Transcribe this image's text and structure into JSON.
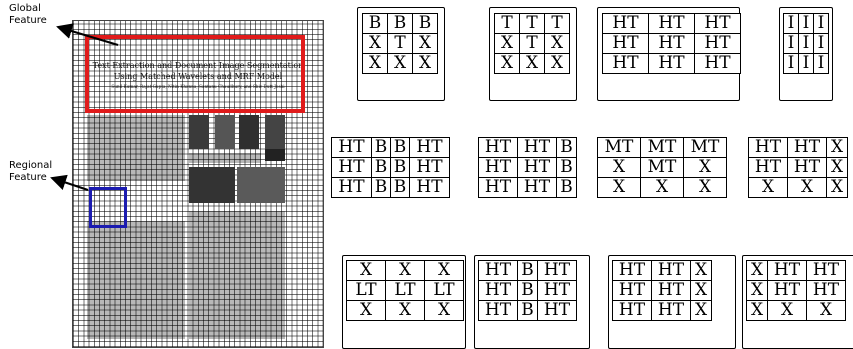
{
  "labels": {
    "global": "Global\nFeature",
    "regional": "Regional\nFeature"
  },
  "document": {
    "title_line1": "Text Extraction and Document Image Segmentation",
    "title_line2": "Using Matched Wavelets and MRF Model",
    "authors": "Sunil Kumar, Rajat Gupta, Nitin Khanna, Santanu Chaudhury, and Shiv Dutt Joshi"
  },
  "grids": [
    [
      [
        "B",
        "B",
        "B"
      ],
      [
        "X",
        "T",
        "X"
      ],
      [
        "X",
        "X",
        "X"
      ]
    ],
    [
      [
        "T",
        "T",
        "T"
      ],
      [
        "X",
        "T",
        "X"
      ],
      [
        "X",
        "X",
        "X"
      ]
    ],
    [
      [
        "HT",
        "HT",
        "HT"
      ],
      [
        "HT",
        "HT",
        "HT"
      ],
      [
        "HT",
        "HT",
        "HT"
      ]
    ],
    [
      [
        "I",
        "I",
        "I"
      ],
      [
        "I",
        "I",
        "I"
      ],
      [
        "I",
        "I",
        "I"
      ]
    ],
    [
      [
        "HT",
        "B",
        "B",
        "HT"
      ],
      [
        "HT",
        "B",
        "B",
        "HT"
      ],
      [
        "HT",
        "B",
        "B",
        "HT"
      ]
    ],
    [
      [
        "HT",
        "HT",
        "B"
      ],
      [
        "HT",
        "HT",
        "B"
      ],
      [
        "HT",
        "HT",
        "B"
      ]
    ],
    [
      [
        "MT",
        "MT",
        "MT"
      ],
      [
        "X",
        "MT",
        "X"
      ],
      [
        "X",
        "X",
        "X"
      ]
    ],
    [
      [
        "HT",
        "HT",
        "X"
      ],
      [
        "HT",
        "HT",
        "X"
      ],
      [
        "X",
        "X",
        "X"
      ]
    ],
    [
      [
        "X",
        "X",
        "X"
      ],
      [
        "LT",
        "LT",
        "LT"
      ],
      [
        "X",
        "X",
        "X"
      ]
    ],
    [
      [
        "HT",
        "B",
        "HT"
      ],
      [
        "HT",
        "B",
        "HT"
      ],
      [
        "HT",
        "B",
        "HT"
      ]
    ],
    [
      [
        "HT",
        "HT",
        "X"
      ],
      [
        "HT",
        "HT",
        "X"
      ],
      [
        "HT",
        "HT",
        "X"
      ]
    ],
    [
      [
        "X",
        "HT",
        "HT"
      ],
      [
        "X",
        "HT",
        "HT"
      ],
      [
        "X",
        "X",
        "X"
      ]
    ]
  ]
}
